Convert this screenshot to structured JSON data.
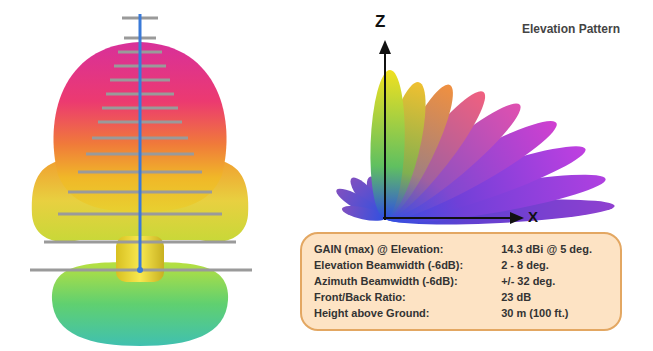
{
  "diagram": {
    "title": "Elevation Pattern",
    "nodes": [
      {
        "text": [
          "GAIN (max) @ Elevation:",
          "14.3 dBi @ 5 deg.",
          "Elevation Beamwidth (-6dB):",
          "2 - 8 deg.",
          "Azimuth Beamwidth (-6dB):",
          "+/- 32 deg.",
          "Front/Back Ratio:",
          "23 dB",
          "Height above Ground:",
          "30 m (100 ft.)"
        ]
      }
    ],
    "labels": [
      "Z",
      "X"
    ]
  }
}
